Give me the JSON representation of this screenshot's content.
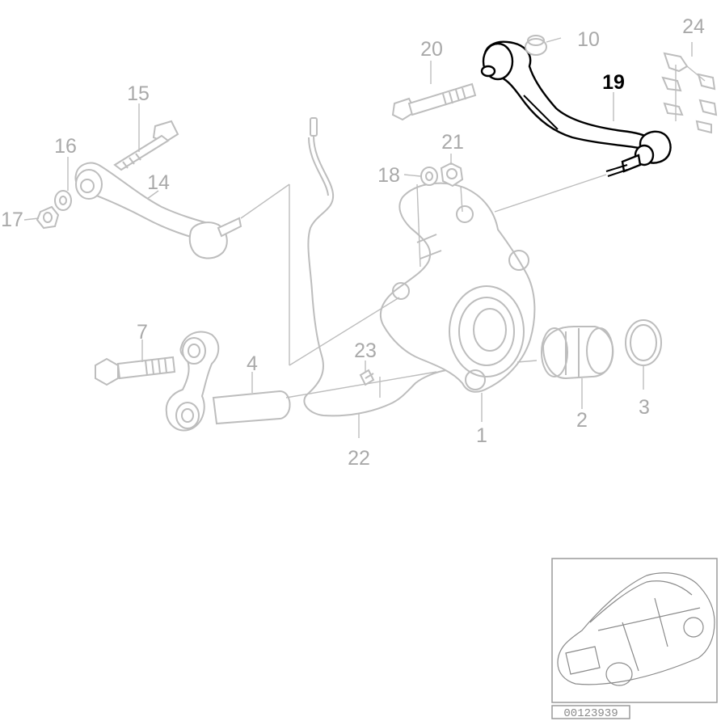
{
  "diagram": {
    "highlighted_part": "19",
    "callouts": [
      {
        "id": "c1",
        "label": "1"
      },
      {
        "id": "c2",
        "label": "2"
      },
      {
        "id": "c3",
        "label": "3"
      },
      {
        "id": "c4",
        "label": "4"
      },
      {
        "id": "c7",
        "label": "7"
      },
      {
        "id": "c10",
        "label": "10"
      },
      {
        "id": "c14",
        "label": "14"
      },
      {
        "id": "c15",
        "label": "15"
      },
      {
        "id": "c16",
        "label": "16"
      },
      {
        "id": "c17",
        "label": "17"
      },
      {
        "id": "c18",
        "label": "18"
      },
      {
        "id": "c19",
        "label": "19"
      },
      {
        "id": "c20",
        "label": "20"
      },
      {
        "id": "c21",
        "label": "21"
      },
      {
        "id": "c22",
        "label": "22"
      },
      {
        "id": "c23",
        "label": "23"
      },
      {
        "id": "c24",
        "label": "24"
      }
    ],
    "reference_number": "00123939"
  }
}
